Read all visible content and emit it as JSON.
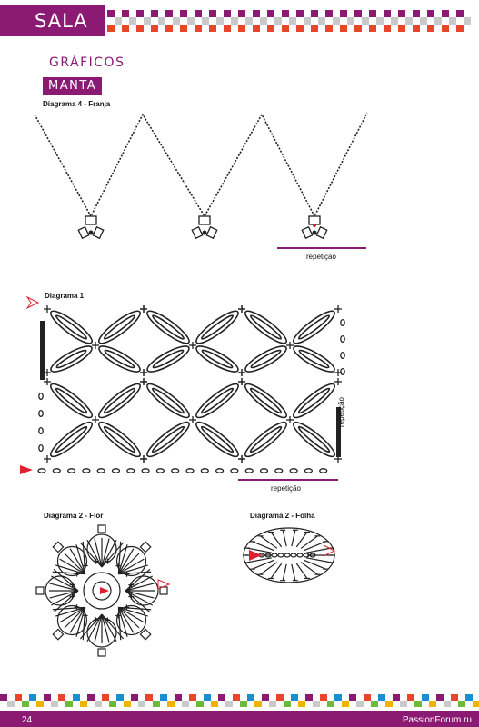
{
  "header": {
    "section_tag": "SALA"
  },
  "titles": {
    "section": "GRÁFICOS",
    "subsection": "MANTA"
  },
  "diagrams": {
    "franja": {
      "title": "Diagrama 4 - Franja",
      "repeat_label": "repetição"
    },
    "d1": {
      "title": "Diagrama 1",
      "repeat_label_bottom": "repetição",
      "repeat_label_side": "repetição"
    },
    "flor": {
      "title": "Diagrama 2 - Flor"
    },
    "folha": {
      "title": "Diagrama 2 - Folha"
    }
  },
  "footer": {
    "page_number": "24",
    "site": "PassionForum.ru"
  },
  "colors": {
    "accent": "#8b1a72",
    "marker": "#e02030"
  }
}
